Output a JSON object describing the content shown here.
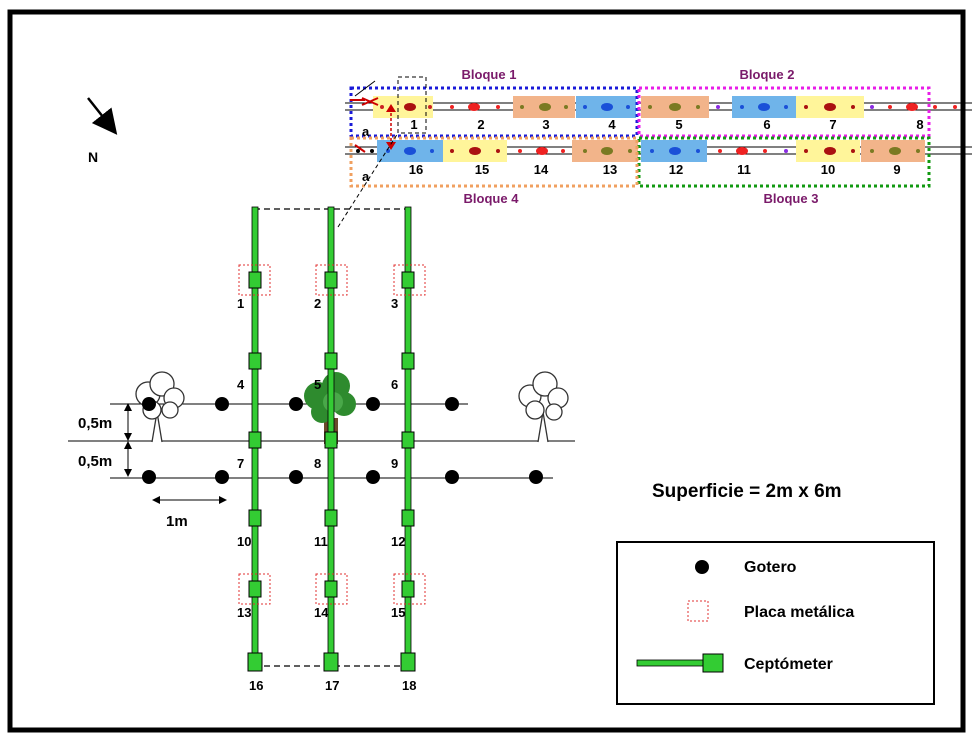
{
  "colors": {
    "block1": "#1a1ad8",
    "block2": "#e81ee8",
    "block3": "#119911",
    "block4": "#f0a060",
    "block_label": "#7a1a6a",
    "yellow": "#fff59a",
    "blue": "#6fb4ea",
    "orange": "#f2b48a",
    "ceptometer": "#33cc33",
    "tree": "#2e8b2e",
    "plate": "#e03030"
  },
  "compass": {
    "label": "N"
  },
  "blocks": [
    {
      "id": "b1",
      "label": "Bloque 1"
    },
    {
      "id": "b2",
      "label": "Bloque 2"
    },
    {
      "id": "b3",
      "label": "Bloque 3"
    },
    {
      "id": "b4",
      "label": "Bloque 4"
    }
  ],
  "row_top": {
    "plots": [
      "1",
      "2",
      "3",
      "4",
      "5",
      "6",
      "7",
      "8"
    ],
    "letter": "a"
  },
  "row_bottom": {
    "plots": [
      "16",
      "15",
      "14",
      "13",
      "12",
      "11",
      "10",
      "9"
    ],
    "letter": "a"
  },
  "positions": [
    "1",
    "2",
    "3",
    "4",
    "5",
    "6",
    "7",
    "8",
    "9",
    "10",
    "11",
    "12",
    "13",
    "14",
    "15",
    "16",
    "17",
    "18"
  ],
  "dimensions": {
    "row_spacing_1": "0,5m",
    "row_spacing_2": "0,5m",
    "drip_spacing": "1m"
  },
  "surface_label": "Superficie = 2m x 6m",
  "legend": {
    "dripper": "Gotero",
    "plate": "Placa metálica",
    "ceptometer": "Ceptómeter"
  }
}
